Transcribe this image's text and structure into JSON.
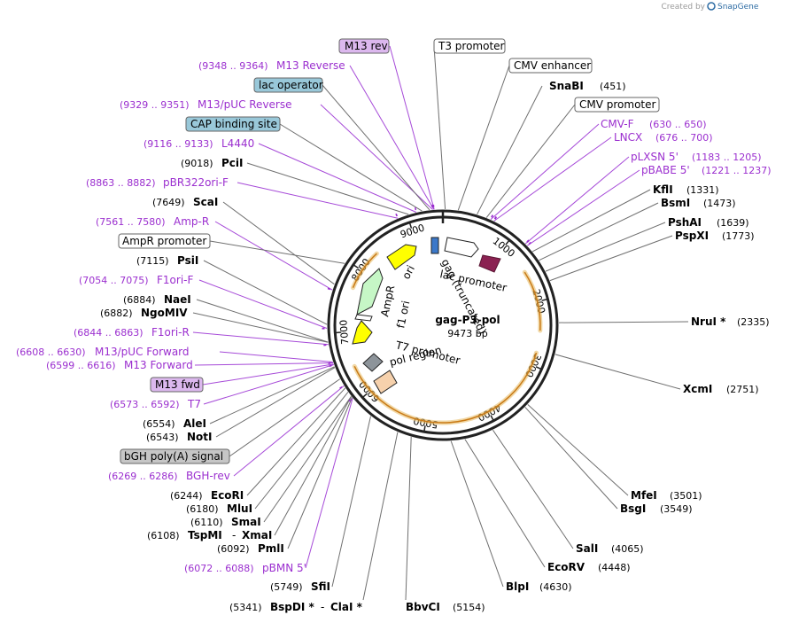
{
  "header": {
    "created_by": "Created by",
    "brand": "SnapGene"
  },
  "plasmid": {
    "name": "gag-P3-pol",
    "size": "9473 bp",
    "total_bp": 9473
  },
  "ticks": [
    "1000",
    "2000",
    "3000",
    "4000",
    "5000",
    "6000",
    "7000",
    "8000",
    "9000"
  ],
  "inner_labels": {
    "gag": "gag (truncated)",
    "lac": "lac promoter",
    "ori": "ori",
    "ampr": "AmpR",
    "f1ori": "f1 ori",
    "t7": "T7 promoter",
    "pol": "pol region"
  },
  "boxed_labels": {
    "m13rev": "M13 rev",
    "t3": "T3 promoter",
    "cmv_enh": "CMV enhancer",
    "lacop": "lac operator",
    "cmv_prom": "CMV promoter",
    "cap": "CAP binding site",
    "ampr_prom": "AmpR promoter",
    "m13fwd": "M13 fwd",
    "bgh": "bGH poly(A) signal"
  },
  "right_labels": {
    "snabi": {
      "name": "SnaBI",
      "pos": "(451)"
    },
    "cmvf": {
      "name": "CMV-F",
      "pos": "(630 .. 650)"
    },
    "lncx": {
      "name": "LNCX",
      "pos": "(676 .. 700)"
    },
    "plxsn": {
      "name": "pLXSN 5'",
      "pos": "(1183 .. 1205)"
    },
    "pbabe": {
      "name": "pBABE 5'",
      "pos": "(1221 .. 1237)"
    },
    "kfli": {
      "name": "KflI",
      "pos": "(1331)"
    },
    "bsmi": {
      "name": "BsmI",
      "pos": "(1473)"
    },
    "pshai": {
      "name": "PshAI",
      "pos": "(1639)"
    },
    "pspxi": {
      "name": "PspXI",
      "pos": "(1773)"
    },
    "nrui": {
      "name": "NruI *",
      "pos": "(2335)"
    },
    "xcmi": {
      "name": "XcmI",
      "pos": "(2751)"
    },
    "mfei": {
      "name": "MfeI",
      "pos": "(3501)"
    },
    "bsgi": {
      "name": "BsgI",
      "pos": "(3549)"
    },
    "sali": {
      "name": "SalI",
      "pos": "(4065)"
    },
    "ecorv": {
      "name": "EcoRV",
      "pos": "(4448)"
    },
    "blpi": {
      "name": "BlpI",
      "pos": "(4630)"
    },
    "bbvci": {
      "name": "BbvCI",
      "pos": "(5154)"
    }
  },
  "left_labels": {
    "m13reverse": {
      "pos": "(9348 .. 9364)",
      "name": "M13 Reverse"
    },
    "m13puc_rev": {
      "pos": "(9329 .. 9351)",
      "name": "M13/pUC Reverse"
    },
    "l4440": {
      "pos": "(9116 .. 9133)",
      "name": "L4440"
    },
    "pcii": {
      "pos": "(9018)",
      "name": "PciI"
    },
    "pbr322": {
      "pos": "(8863 .. 8882)",
      "name": "pBR322ori-F"
    },
    "scai": {
      "pos": "(7649)",
      "name": "ScaI"
    },
    "ampr_r": {
      "pos": "(7561 .. 7580)",
      "name": "Amp-R"
    },
    "psii": {
      "pos": "(7115)",
      "name": "PsiI"
    },
    "f1orif": {
      "pos": "(7054 .. 7075)",
      "name": "F1ori-F"
    },
    "naei": {
      "pos": "(6884)",
      "name": "NaeI"
    },
    "ngomiv": {
      "pos": "(6882)",
      "name": "NgoMIV"
    },
    "f1orir": {
      "pos": "(6844 .. 6863)",
      "name": "F1ori-R"
    },
    "m13puc_fwd": {
      "pos": "(6608 .. 6630)",
      "name": "M13/pUC Forward"
    },
    "m13forward": {
      "pos": "(6599 .. 6616)",
      "name": "M13 Forward"
    },
    "t7": {
      "pos": "(6573 .. 6592)",
      "name": "T7"
    },
    "alei": {
      "pos": "(6554)",
      "name": "AleI"
    },
    "noti": {
      "pos": "(6543)",
      "name": "NotI"
    },
    "bghrev": {
      "pos": "(6269 .. 6286)",
      "name": "BGH-rev"
    },
    "ecori": {
      "pos": "(6244)",
      "name": "EcoRI"
    },
    "mlui": {
      "pos": "(6180)",
      "name": "MluI"
    },
    "smai": {
      "pos": "(6110)",
      "name": "SmaI"
    },
    "tspmi": {
      "pos": "(6108)",
      "name": "TspMI",
      "sep": "-",
      "name2": "XmaI"
    },
    "pmli": {
      "pos": "(6092)",
      "name": "PmlI"
    },
    "pbmn": {
      "pos": "(6072 .. 6088)",
      "name": "pBMN 5'"
    },
    "sfii": {
      "pos": "(5749)",
      "name": "SfiI"
    },
    "bspdi": {
      "pos": "(5341)",
      "name": "BspDI *",
      "sep": "-",
      "name2": "ClaI *"
    }
  },
  "colors": {
    "backbone": "#222222",
    "feature_outline": "#e6b85c",
    "feature_arrow": "#c97a16",
    "ori": "#ffff00",
    "ampr": "#c6f7c6",
    "gag": "#8b2252",
    "t7": "#8d949a",
    "pol": "#f6d1ac",
    "primer": "#9b2fcf",
    "box_lac": "#99c8d9",
    "box_m13": "#dcb8ee",
    "box_bgh": "#c6c6c6"
  }
}
